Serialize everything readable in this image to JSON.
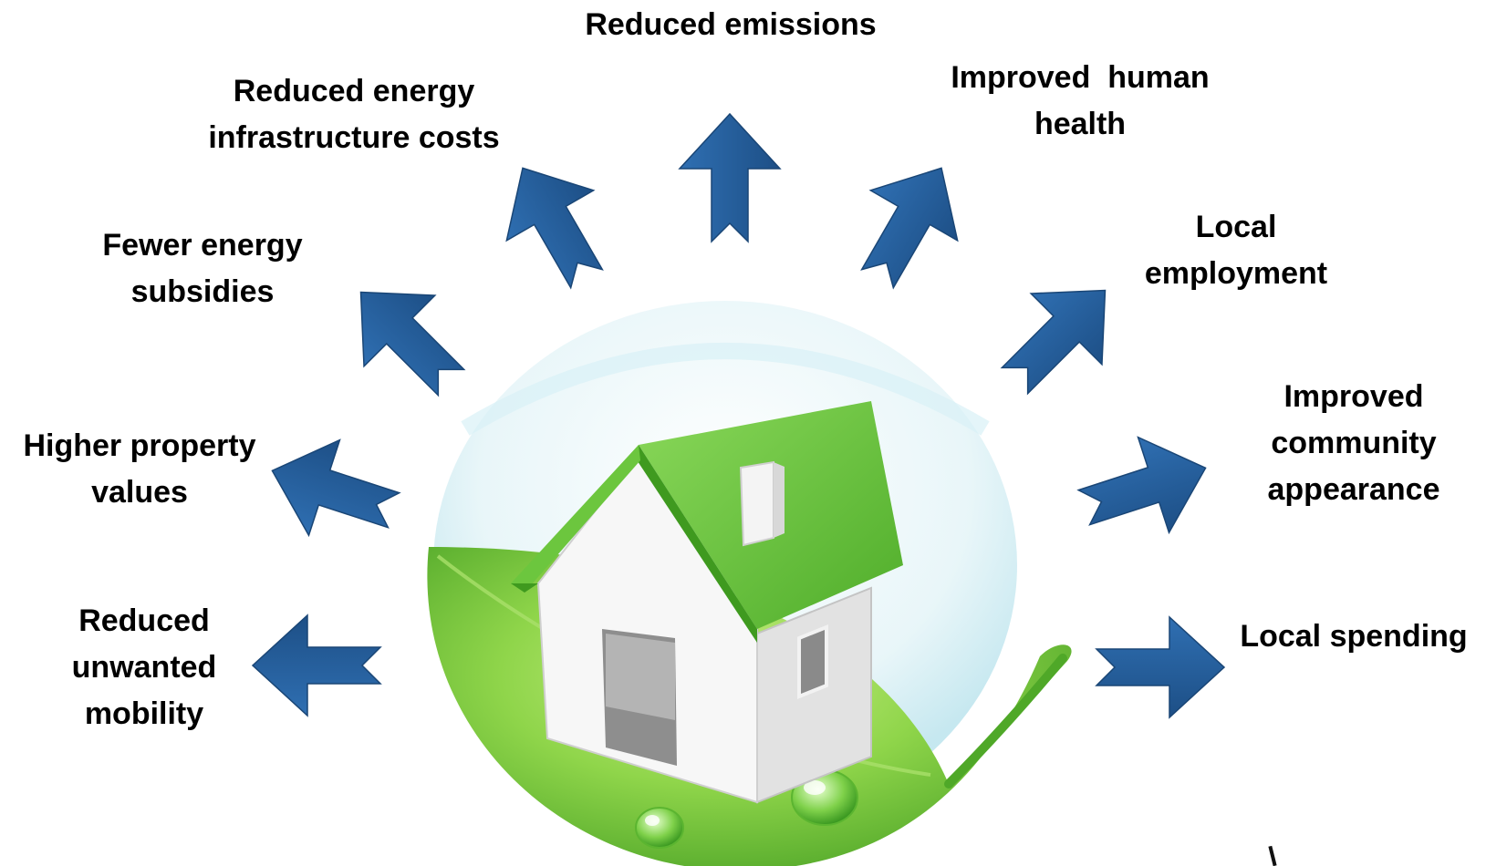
{
  "colors": {
    "arrow": "#245f99",
    "arrow_highlight": "#3b7ac0",
    "arrow_shade": "#1a4676",
    "leaf_light": "#c3ea7c",
    "leaf_mid": "#7ccc3c",
    "leaf_dark": "#3f9a20",
    "roof": "#6cc63e",
    "roof_dark": "#3f9a1f",
    "wall": "#f6f6f6",
    "wall_shade": "#d7d7d7",
    "bubble": "#bfe5ee",
    "label_text": "#000000"
  },
  "icons": {
    "house": "house-icon",
    "leaf": "leaf-icon",
    "bubble": "bubble-icon",
    "droplet": "water-droplet-icon",
    "arrow": "arrow-icon"
  },
  "benefits": [
    {
      "id": "emissions",
      "lines": [
        "Reduced emissions"
      ]
    },
    {
      "id": "health",
      "lines": [
        "Improved  human",
        "health"
      ]
    },
    {
      "id": "infra",
      "lines": [
        "Reduced energy",
        "infrastructure costs"
      ]
    },
    {
      "id": "subsidies",
      "lines": [
        "Fewer energy",
        "subsidies"
      ]
    },
    {
      "id": "employment",
      "lines": [
        "Local",
        "employment"
      ]
    },
    {
      "id": "property",
      "lines": [
        "Higher property",
        "values"
      ]
    },
    {
      "id": "community",
      "lines": [
        "Improved",
        "community",
        "appearance"
      ]
    },
    {
      "id": "mobility",
      "lines": [
        "Reduced",
        "unwanted",
        "mobility"
      ]
    },
    {
      "id": "spending",
      "lines": [
        "Local spending"
      ]
    }
  ]
}
